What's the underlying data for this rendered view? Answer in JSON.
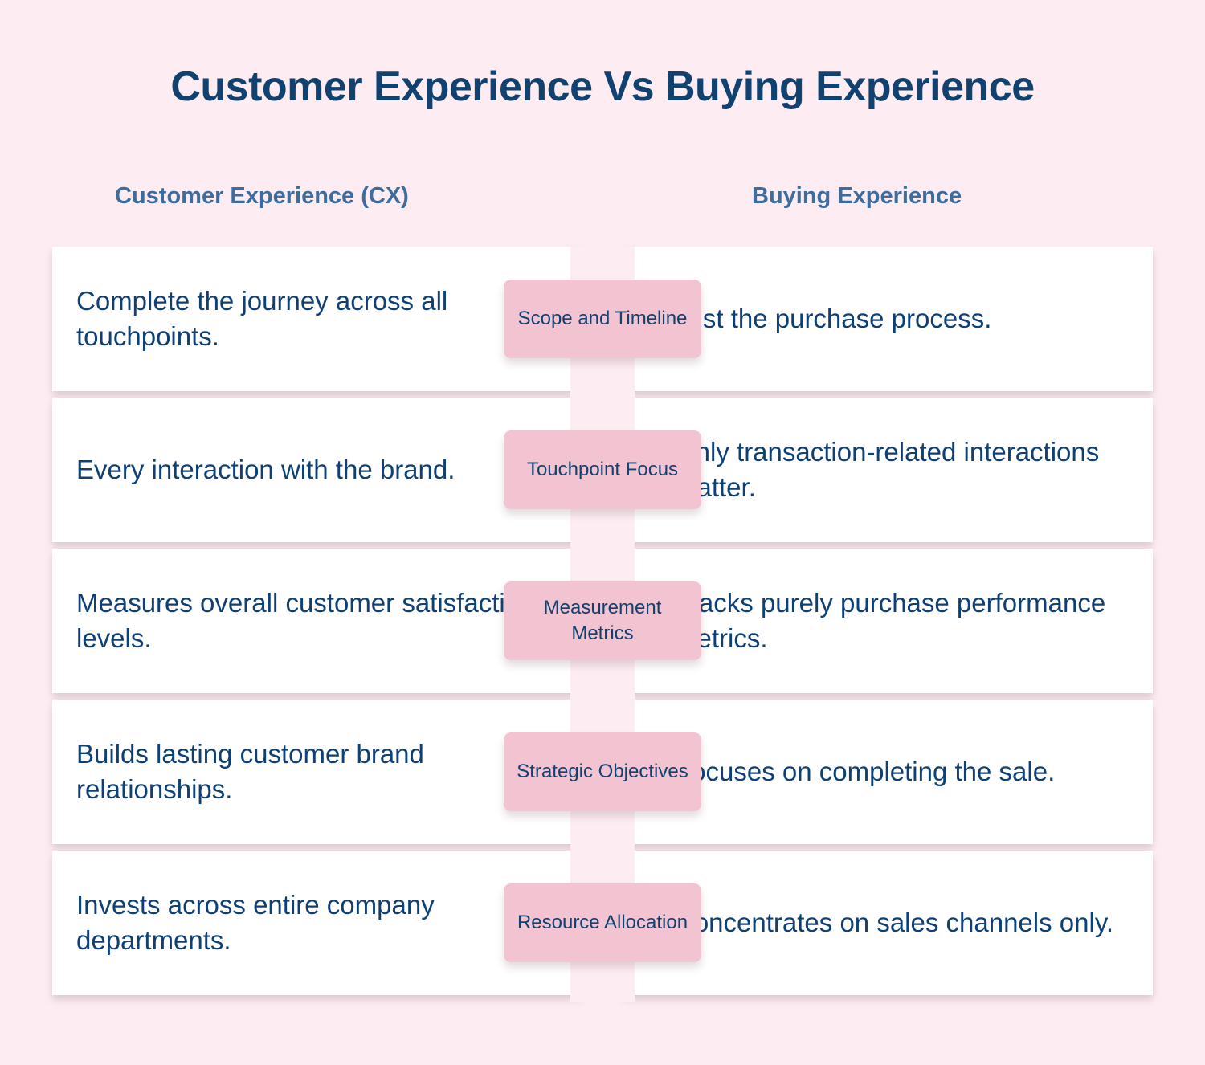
{
  "title": "Customer Experience Vs Buying Experience",
  "columns": {
    "left_header": "Customer Experience (CX)",
    "right_header": "Buying Experience"
  },
  "colors": {
    "background": "#FDEDF2",
    "card": "#FFFFFF",
    "pill": "#F2C3D1",
    "title_text": "#10416F",
    "header_text": "#3D6C9E",
    "body_text": "#0E4076",
    "pill_text": "#10416F"
  },
  "rows": [
    {
      "label": "Scope and Timeline",
      "left": "Complete the journey across all touchpoints.",
      "right": "Just the purchase process."
    },
    {
      "label": "Touchpoint Focus",
      "left": "Every interaction with the brand.",
      "right": "Only transaction-related interactions matter."
    },
    {
      "label": "Measurement Metrics",
      "left": "Measures overall customer satisfaction levels.",
      "right": "Tracks purely purchase performance metrics."
    },
    {
      "label": "Strategic Objectives",
      "left": "Builds lasting customer brand relationships.",
      "right": "Focuses on completing the sale."
    },
    {
      "label": "Resource Allocation",
      "left": "Invests across entire company departments.",
      "right": "Concentrates on sales channels only."
    }
  ]
}
